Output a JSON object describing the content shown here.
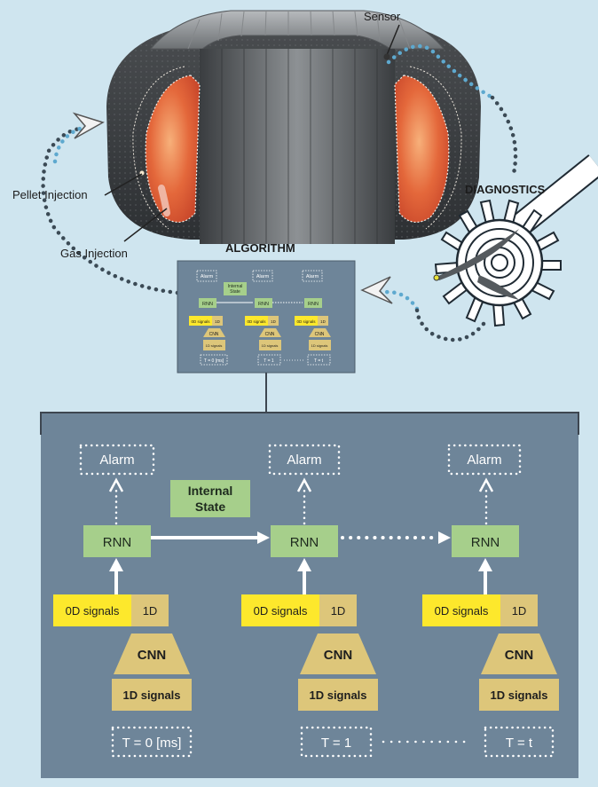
{
  "labels": {
    "sensor": "Sensor",
    "pellet_injection": "Pellet Injection",
    "gas_injection": "Gas Injection",
    "diagnostics": "DIAGNOSTICS",
    "algorithm": "ALGORITHM"
  },
  "diagram": {
    "alarm": "Alarm",
    "internal_state_line1": "Internal",
    "internal_state_line2": "State",
    "rnn": "RNN",
    "cnn": "CNN",
    "signals_0d": "0D signals",
    "signals_1d_short": "1D",
    "signals_1d": "1D signals",
    "time_steps": [
      "T = 0 [ms]",
      "T = 1",
      "T = t"
    ]
  },
  "mini": {
    "time_steps": [
      "T = 0 [ms]",
      "T = 1",
      "T = t"
    ]
  },
  "colors": {
    "background": "#cfe5ef",
    "panel": "#6e8599",
    "rnn_box": "#a6cf8b",
    "signals_0d": "#fde82c",
    "signals_1d": "#ddc67a",
    "plasma": "#e0603a",
    "dotted_path": "#5ea9cf",
    "dark_path": "#3b4a55"
  }
}
